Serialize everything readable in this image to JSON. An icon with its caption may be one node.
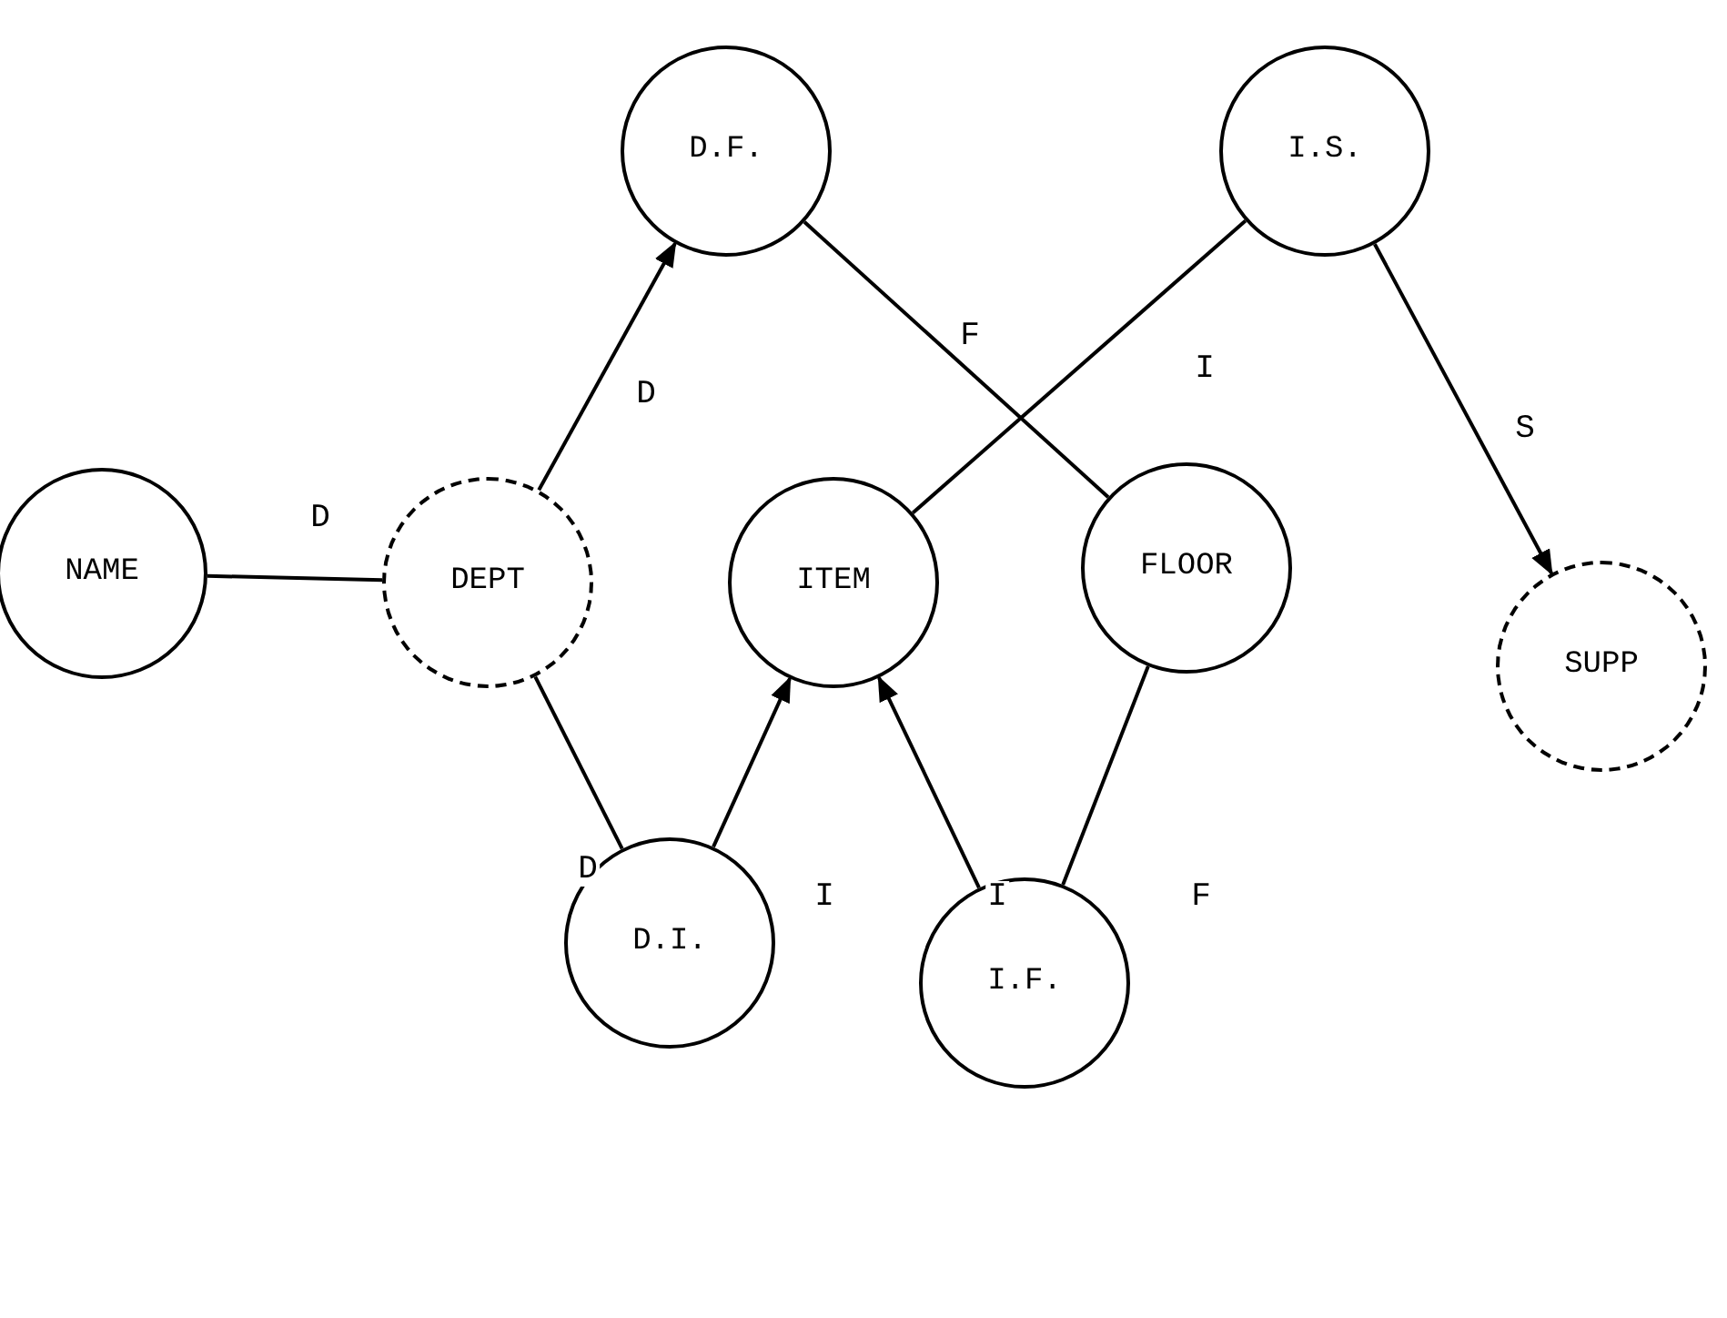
{
  "diagram": {
    "nodes": [
      {
        "text": [
          "D.F."
        ]
      },
      {
        "text": [
          "I.S."
        ]
      },
      {
        "text": [
          "NAME"
        ]
      },
      {
        "text": [
          "DEPT"
        ]
      },
      {
        "text": [
          "ITEM"
        ]
      },
      {
        "text": [
          "FLOOR"
        ]
      },
      {
        "text": [
          "SUPP"
        ]
      },
      {
        "text": [
          "D.I."
        ]
      },
      {
        "text": [
          "I.F."
        ]
      }
    ],
    "edges": [
      {
        "from": 2,
        "to": 3,
        "arrow": "none",
        "label": "D"
      },
      {
        "from": 3,
        "to": 0,
        "arrow": "to",
        "label": "D"
      },
      {
        "from": 0,
        "to": 5,
        "arrow": "none",
        "label": "F"
      },
      {
        "from": 1,
        "to": 4,
        "arrow": "none",
        "label": "I"
      },
      {
        "from": 1,
        "to": 6,
        "arrow": "to",
        "label": "S"
      },
      {
        "from": 7,
        "to": 3,
        "arrow": "none",
        "label": "D"
      },
      {
        "from": 7,
        "to": 4,
        "arrow": "to",
        "label": "I"
      },
      {
        "from": 8,
        "to": 4,
        "arrow": "to",
        "label": "I"
      },
      {
        "from": 8,
        "to": 5,
        "arrow": "none",
        "label": "F"
      }
    ]
  }
}
